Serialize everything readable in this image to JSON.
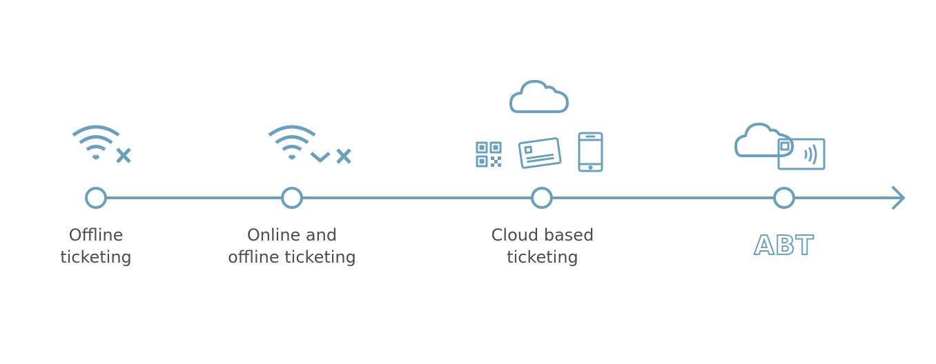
{
  "colors": {
    "accent": "#6aa0bb",
    "text": "#4d4d4d"
  },
  "stages": [
    {
      "label_line1": "Offline",
      "label_line2": "ticketing",
      "icons": [
        "wifi-icon",
        "x-icon"
      ]
    },
    {
      "label_line1": "Online and",
      "label_line2": "offline ticketing",
      "icons": [
        "wifi-icon",
        "check-icon",
        "x-icon"
      ]
    },
    {
      "label_line1": "Cloud based",
      "label_line2": "ticketing",
      "icons": [
        "cloud-icon",
        "qr-code-icon",
        "card-icon",
        "smartphone-icon"
      ]
    },
    {
      "label": "ABT",
      "icons": [
        "cloud-icon",
        "contactless-card-icon"
      ]
    }
  ]
}
